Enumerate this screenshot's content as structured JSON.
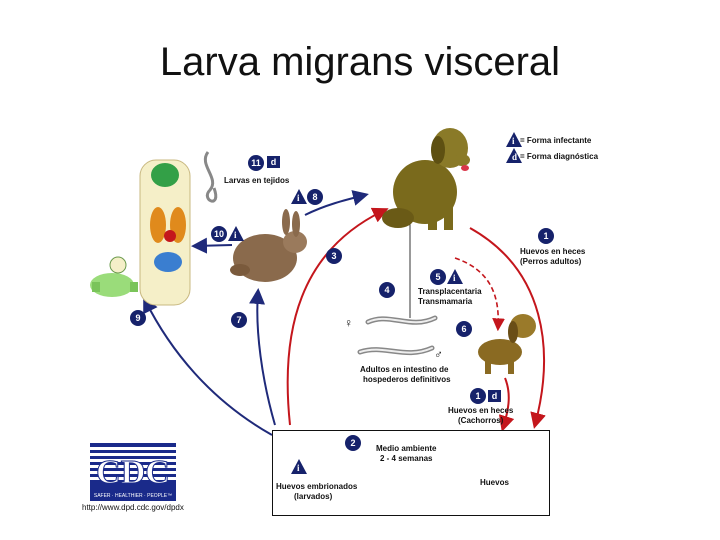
{
  "title": "Larva migrans visceral",
  "legend": {
    "infective_symbol": "i",
    "infective_label": "= Forma infectante",
    "diagnostic_symbol": "d",
    "diagnostic_label": "= Forma diagnóstica"
  },
  "steps": {
    "s1": "1",
    "s2": "2",
    "s3": "3",
    "s4": "4",
    "s5": "5",
    "s6": "6",
    "s7": "7",
    "s8": "8",
    "s9": "9",
    "s10": "10",
    "s11": "11"
  },
  "labels": {
    "larvas_tejidos": "Larvas en tejidos",
    "huevos_heces_adultos_1": "Huevos en heces",
    "huevos_heces_adultos_2": "(Perros adultos)",
    "transplacentaria": "Transplacentaria",
    "transmamaria": "Transmamaria",
    "adultos_1": "Adultos en intestino de",
    "adultos_2": "hospederos definitivos",
    "huevos_heces_cachorros_1": "Huevos en heces",
    "huevos_heces_cachorros_2": "(Cachorros)",
    "medio_ambiente_1": "Medio ambiente",
    "medio_ambiente_2": "2 - 4 semanas",
    "huevos": "Huevos",
    "embrionados_1": "Huevos embrionados",
    "embrionados_2": "(larvados)",
    "female_symbol": "♀",
    "male_symbol": "♂"
  },
  "cdc": {
    "logo_text": "CDC",
    "tagline": "SAFER · HEALTHIER · PEOPLE™",
    "url": "http://www.dpd.cdc.gov/dpdx"
  },
  "colors": {
    "navy": "#16226b",
    "red_arrow": "#c4161c",
    "blue_arrow": "#1f2a7a",
    "dog": "#7a6a1c",
    "rabbit": "#8a6a4c",
    "human_skin": "#f0e6a8"
  }
}
